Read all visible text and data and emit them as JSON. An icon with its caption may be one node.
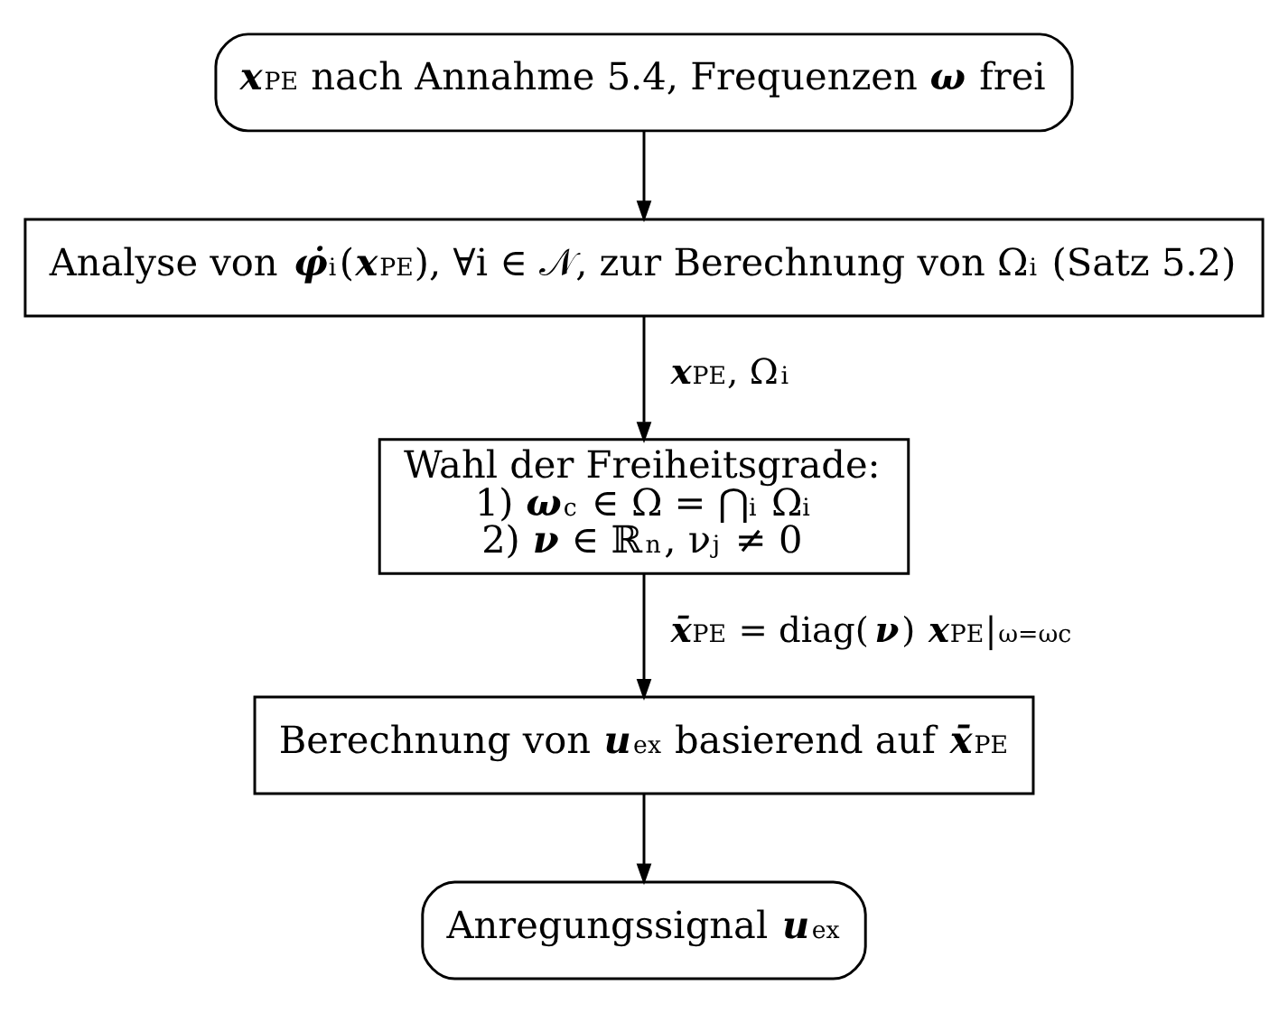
{
  "diagram": {
    "nodes": [
      {
        "text": [
          "**x**$_{PE}$ nach Annahme 5.4, Frequenzen **ω** frei"
        ]
      },
      {
        "text": [
          "Analyse von **φ̇**$_{i}$(**x**$_{PE}$), ∀i ∈ 𝒩, zur Berechnung von Ω$_{i}$ (Satz 5.2)"
        ]
      },
      {
        "text": [
          "Wahl der Freiheitsgrade:",
          "1) **ω**$_{c}$ ∈ Ω = ⋂$_{i}$ Ω$_{i}$",
          "2) **ν** ∈ ℝ$^{n}$, ν$_{j}$ ≠ 0"
        ]
      },
      {
        "text": [
          "Berechnung von **u**$_{ex}$ basierend auf **x̄**$_{PE}$"
        ]
      },
      {
        "text": [
          "Anregungssignal **u**$_{ex}$"
        ]
      }
    ],
    "edges": [
      {
        "from": 0,
        "to": 1,
        "arrow": "to"
      },
      {
        "from": 1,
        "to": 2,
        "arrow": "to",
        "label": "**x**$_{PE}$, Ω$_{i}$"
      },
      {
        "from": 2,
        "to": 3,
        "arrow": "to",
        "label": "**x̄**$_{PE}$ = diag(**ν**) **x**$_{PE}$|$_{ω=ωc}$"
      },
      {
        "from": 3,
        "to": 4,
        "arrow": "to"
      }
    ]
  }
}
